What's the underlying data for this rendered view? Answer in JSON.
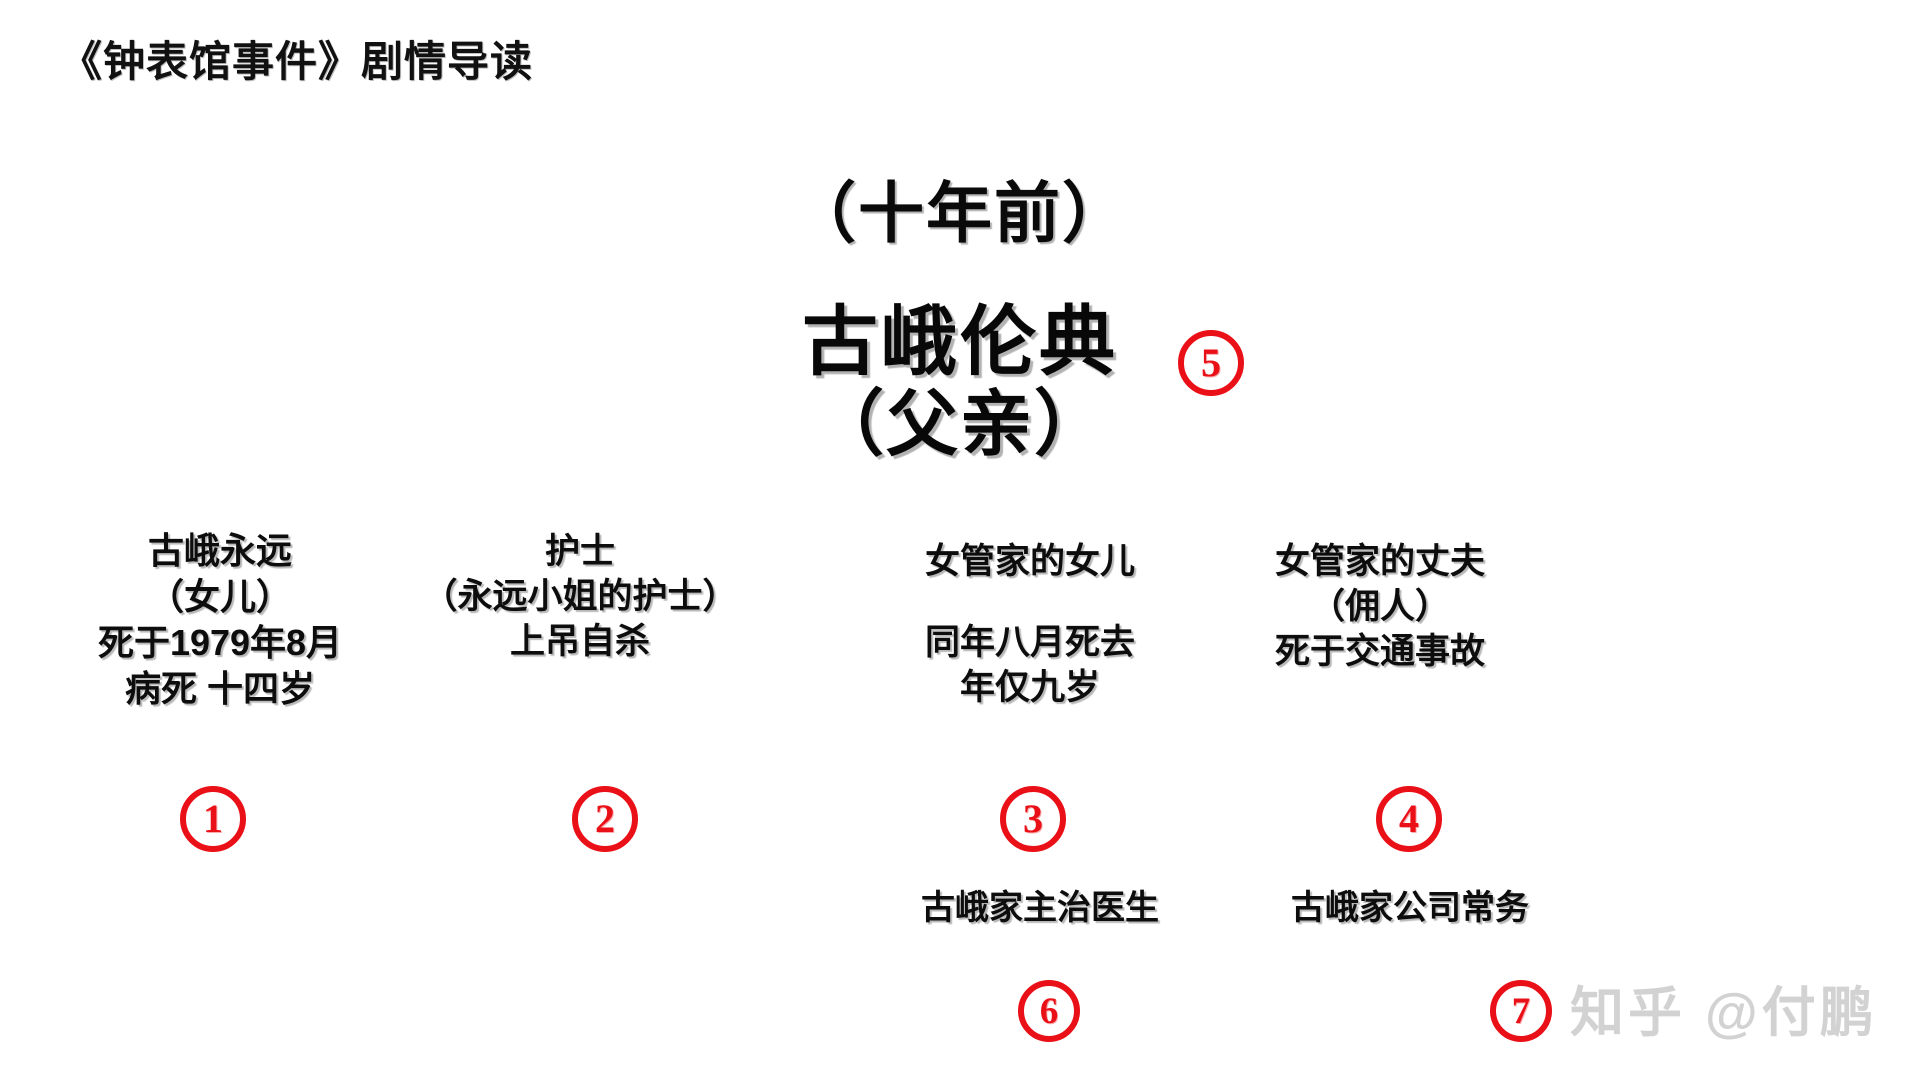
{
  "slide": {
    "title": "《钟表馆事件》剧情导读",
    "background_color": "#ffffff",
    "accent_color": "#ea1017",
    "text_color": "#0d0d0d"
  },
  "center": {
    "era": "（十年前）",
    "father_name": "古峨伦典",
    "father_role": "（父亲）",
    "father_marker": "⑤"
  },
  "people": [
    {
      "marker": "①",
      "lines": [
        "古峨永远",
        "（女儿）",
        "死于1979年8月",
        "病死 十四岁"
      ]
    },
    {
      "marker": "②",
      "lines": [
        "护士",
        "（永远小姐的护士）",
        "上吊自杀"
      ]
    },
    {
      "marker": "③",
      "lines": [
        "女管家的女儿",
        "同年八月死去",
        "年仅九岁"
      ]
    },
    {
      "marker": "④",
      "lines": [
        "女管家的丈夫",
        "（佣人）",
        "死于交通事故"
      ]
    }
  ],
  "roles": [
    {
      "label": "古峨家主治医生",
      "marker": "⑥"
    },
    {
      "label": "古峨家公司常务",
      "marker": "⑦"
    }
  ],
  "markers": {
    "one": "1",
    "two": "2",
    "three": "3",
    "four": "4",
    "five": "5",
    "six": "6",
    "seven": "7"
  },
  "watermark": {
    "text": "知乎 @付鹏"
  }
}
